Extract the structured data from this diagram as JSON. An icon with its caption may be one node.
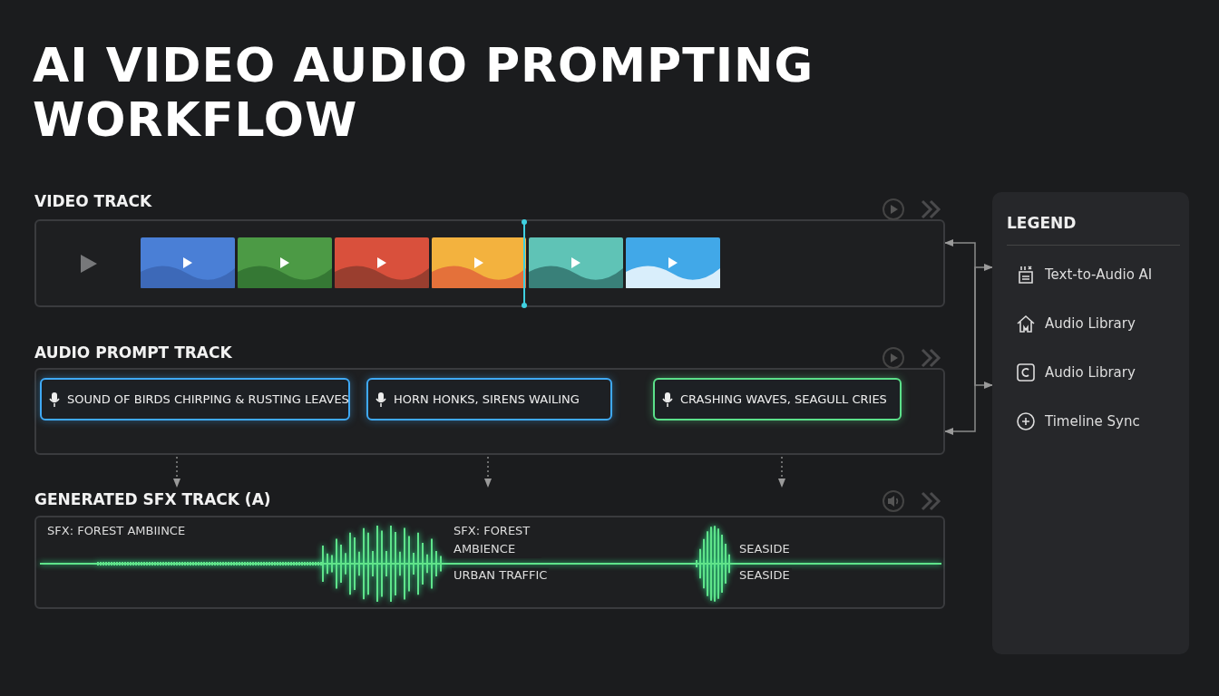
{
  "diagram": {
    "title": "AI VIDEO AUDIO PROMPTING WORKFLOW",
    "nodes": [
      {
        "text": [
          "VIDEO TRACK"
        ]
      },
      {
        "text": [
          "AUDIO PROMPT TRACK"
        ]
      },
      {
        "text": [
          "SOUND OF BIRDS CHIRPING & RUSTING LEAVES"
        ],
        "in": 1
      },
      {
        "text": [
          "HORN HONKS, SIRENS WAILING"
        ],
        "in": 1
      },
      {
        "text": [
          "CRASHING WAVES, SEAGULL CRIES"
        ],
        "in": 1
      },
      {
        "text": [
          "GENERATED SFX TRACK (A)"
        ]
      },
      {
        "text": [
          "LEGEND"
        ]
      }
    ],
    "edges": [
      {
        "from": 0,
        "to": 1,
        "arrow": "both"
      },
      {
        "from": 2,
        "to": 5,
        "arrow": "to",
        "style": "dashed"
      },
      {
        "from": 3,
        "to": 5,
        "arrow": "to",
        "style": "dashed"
      },
      {
        "from": 4,
        "to": 5,
        "arrow": "to",
        "style": "dashed"
      },
      {
        "from": null,
        "to": 6,
        "arrow": "to"
      },
      {
        "from": null,
        "to": 6,
        "arrow": "to"
      }
    ],
    "labels": [
      "SFX: FOREST AMBIINCE",
      "SFX: FOREST AMBIENCE",
      "URBAN TRAFFIC",
      "SEASIDE",
      "SEASIDE"
    ],
    "legend": [
      {
        "text": "Text-to-Audio AI"
      },
      {
        "text": "Audio Library"
      },
      {
        "text": "Audio Library"
      },
      {
        "text": "Timeline Sync"
      }
    ]
  }
}
